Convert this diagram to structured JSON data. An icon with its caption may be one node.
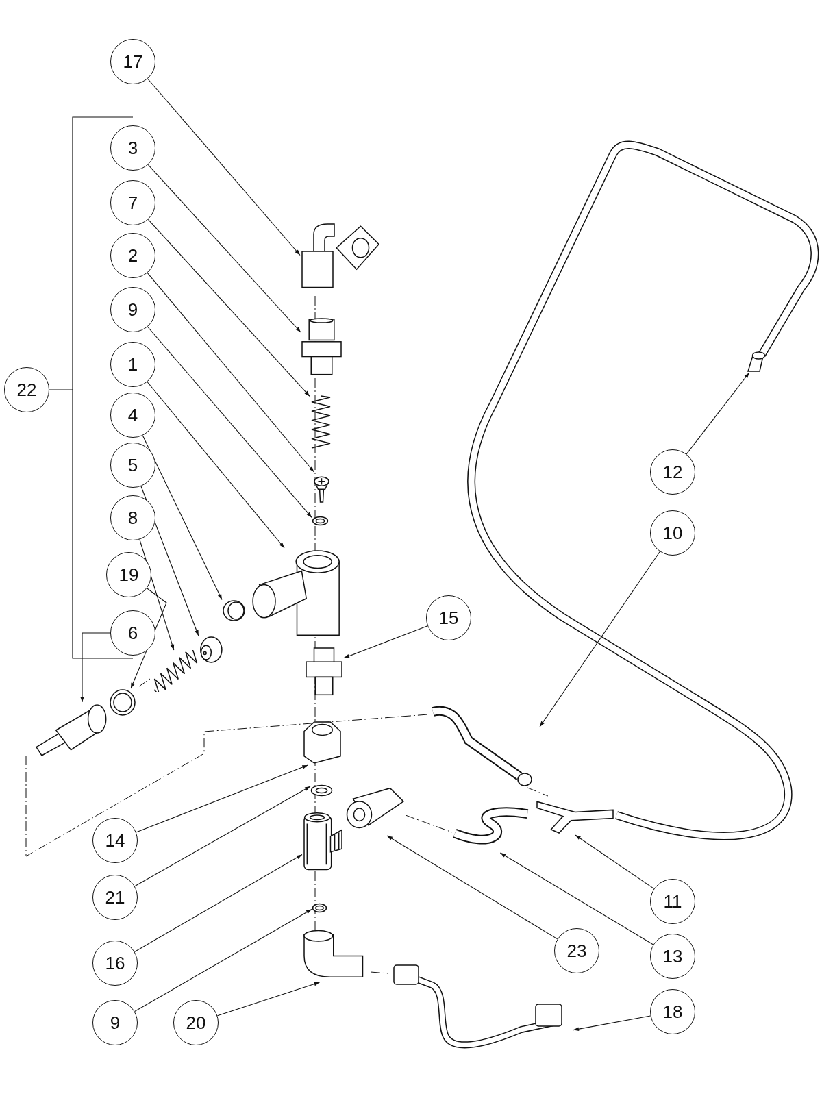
{
  "diagram": {
    "nodes": [
      {
        "text": [
          "17"
        ]
      },
      {
        "text": [
          "3"
        ]
      },
      {
        "text": [
          "7"
        ]
      },
      {
        "text": [
          "2"
        ]
      },
      {
        "text": [
          "9"
        ]
      },
      {
        "text": [
          "1"
        ]
      },
      {
        "text": [
          "4"
        ]
      },
      {
        "text": [
          "5"
        ]
      },
      {
        "text": [
          "8"
        ]
      },
      {
        "text": [
          "19"
        ]
      },
      {
        "text": [
          "6"
        ]
      },
      {
        "text": [
          "22"
        ]
      },
      {
        "text": [
          "12"
        ]
      },
      {
        "text": [
          "10"
        ]
      },
      {
        "text": [
          "15"
        ]
      },
      {
        "text": [
          "14"
        ]
      },
      {
        "text": [
          "21"
        ]
      },
      {
        "text": [
          "16"
        ]
      },
      {
        "text": [
          "9"
        ]
      },
      {
        "text": [
          "20"
        ]
      },
      {
        "text": [
          "23"
        ]
      },
      {
        "text": [
          "11"
        ]
      },
      {
        "text": [
          "13"
        ]
      },
      {
        "text": [
          "18"
        ]
      },
      {
        "text": [],
        "shape": "picture"
      },
      {
        "text": [],
        "shape": "picture"
      },
      {
        "text": [],
        "shape": "picture"
      },
      {
        "text": [],
        "shape": "picture"
      },
      {
        "text": [],
        "shape": "picture"
      },
      {
        "text": [],
        "shape": "picture"
      },
      {
        "text": [],
        "shape": "picture"
      },
      {
        "text": [],
        "shape": "picture"
      },
      {
        "text": [],
        "shape": "picture"
      },
      {
        "text": [],
        "shape": "picture"
      },
      {
        "text": [],
        "shape": "picture"
      },
      {
        "text": [],
        "shape": "picture"
      },
      {
        "text": [],
        "shape": "picture"
      },
      {
        "text": [],
        "shape": "picture"
      },
      {
        "text": [],
        "shape": "picture"
      },
      {
        "text": [],
        "shape": "picture"
      },
      {
        "text": [],
        "shape": "picture"
      },
      {
        "text": [],
        "shape": "picture"
      },
      {
        "text": [],
        "shape": "picture"
      },
      {
        "text": [],
        "shape": "picture"
      },
      {
        "text": [],
        "shape": "picture"
      },
      {
        "text": [],
        "shape": "picture"
      },
      {
        "text": [],
        "shape": "picture"
      }
    ],
    "edges": [
      {
        "from": 0,
        "to": 24,
        "arrow": "to"
      },
      {
        "from": 1,
        "to": 25,
        "arrow": "to"
      },
      {
        "from": 2,
        "to": 26,
        "arrow": "to"
      },
      {
        "from": 3,
        "to": 27,
        "arrow": "to"
      },
      {
        "from": 4,
        "to": 28,
        "arrow": "to"
      },
      {
        "from": 5,
        "to": 29,
        "arrow": "to"
      },
      {
        "from": 6,
        "to": 30,
        "arrow": "to"
      },
      {
        "from": 7,
        "to": 31,
        "arrow": "to"
      },
      {
        "from": 8,
        "to": 32,
        "arrow": "to"
      },
      {
        "from": 9,
        "to": 33,
        "arrow": "to"
      },
      {
        "from": 10,
        "to": 34,
        "arrow": "to"
      },
      {
        "from": 12,
        "to": 35,
        "arrow": "to"
      },
      {
        "from": 13,
        "to": 36,
        "arrow": "to"
      },
      {
        "from": 14,
        "to": 37,
        "arrow": "to"
      },
      {
        "from": 15,
        "to": 38,
        "arrow": "to"
      },
      {
        "from": 16,
        "to": 39,
        "arrow": "to"
      },
      {
        "from": 17,
        "to": 40,
        "arrow": "to"
      },
      {
        "from": 18,
        "to": 41,
        "arrow": "to"
      },
      {
        "from": 19,
        "to": 42,
        "arrow": "to"
      },
      {
        "from": 20,
        "to": 43,
        "arrow": "to"
      },
      {
        "from": 21,
        "to": 44,
        "arrow": "to"
      },
      {
        "from": 22,
        "to": 45,
        "arrow": "to"
      },
      {
        "from": 23,
        "to": 46,
        "arrow": "to"
      }
    ]
  }
}
